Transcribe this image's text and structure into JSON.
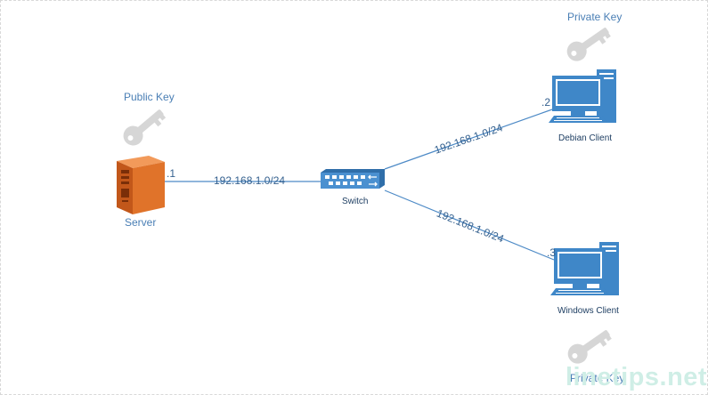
{
  "server": {
    "label": "Server",
    "key_label": "Public Key",
    "host_suffix": ".1"
  },
  "switch": {
    "label": "Switch"
  },
  "debian": {
    "label": "Debian Client",
    "key_label": "Private Key",
    "host_suffix": ".2"
  },
  "windows": {
    "label": "Windows Client",
    "key_label": "Private Key",
    "host_suffix": ".3"
  },
  "links": [
    {
      "subnet": "192.168.1.0/24"
    },
    {
      "subnet": "192.168.1.0/24"
    },
    {
      "subnet": "192.168.1.0/24"
    }
  ],
  "watermark": "linetips.net",
  "colors": {
    "server": "#e0732a",
    "monitor": "#3f87c8",
    "switch": "#3f87c8",
    "key": "#d6d6d6",
    "line": "#4d8ac6"
  },
  "icons": [
    "key-icon",
    "server-icon",
    "switch-icon",
    "computer-icon"
  ]
}
